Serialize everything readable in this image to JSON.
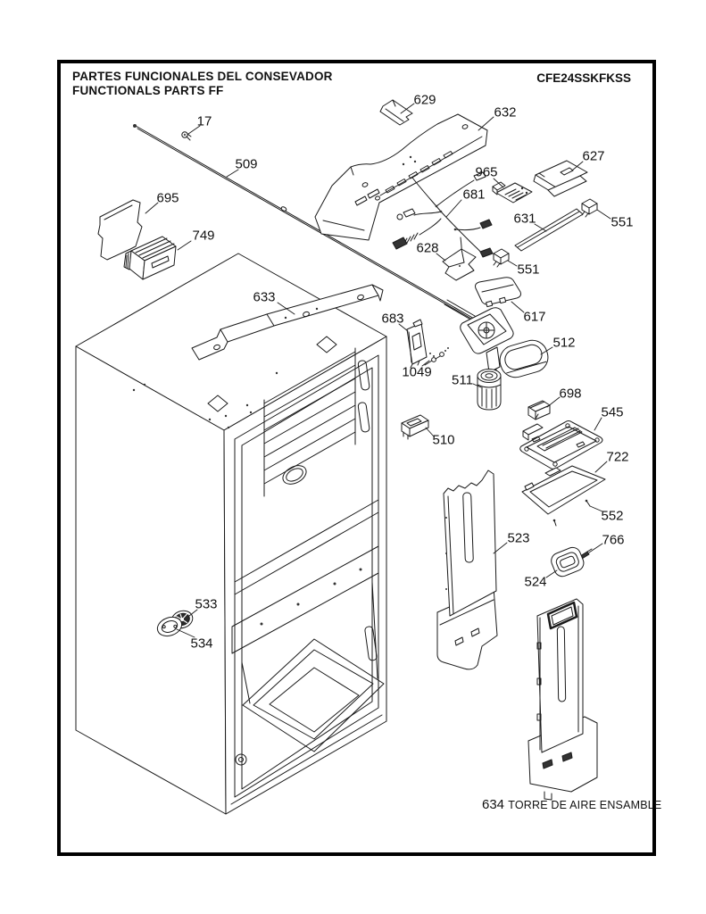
{
  "document": {
    "title_line1": "PARTES FUNCIONALES DEL CONSEVADOR",
    "title_line2": "FUNCTIONALS PARTS FF",
    "model": "CFE24SSKFKSS"
  },
  "caption": {
    "number": "634",
    "text": "TORRE DE AIRE ENSAMBLE"
  },
  "colors": {
    "ink": "#1a1a1a",
    "background": "#ffffff",
    "frame": "#000000"
  },
  "part_labels": [
    "17",
    "629",
    "632",
    "509",
    "695",
    "965",
    "627",
    "681",
    "631",
    "551",
    "749",
    "628",
    "551",
    "633",
    "683",
    "617",
    "512",
    "1049",
    "511",
    "698",
    "545",
    "510",
    "722",
    "552",
    "523",
    "766",
    "524",
    "533",
    "534"
  ]
}
